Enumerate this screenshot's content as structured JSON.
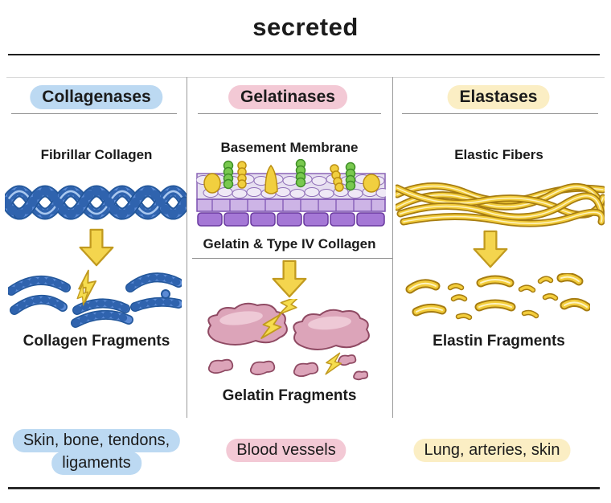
{
  "title": "secreted",
  "palette": {
    "blue_highlight": "#bcd9f2",
    "pink_highlight": "#f3c9d5",
    "yellow_highlight": "#fbeec4",
    "arrow_yellow": "#f4d54e",
    "collagen_blue": "#5b8ad5",
    "membrane_purple": "#a578d6",
    "gelatin_pink": "#dca4b9",
    "elastin_gold": "#f3cd3c",
    "rule_dark": "#1f1f1f",
    "divider_gray": "#9a9a9a"
  },
  "columns": [
    {
      "header": "Collagenases",
      "substrate": "Fibrillar Collagen",
      "product": "Collagen Fragments",
      "tissues_line1": "Skin, bone, tendons,",
      "tissues_line2": "ligaments"
    },
    {
      "header": "Gelatinases",
      "substrate_top": "Basement Membrane",
      "substrate_bottom": "Gelatin & Type IV Collagen",
      "product": "Gelatin Fragments",
      "tissues_line1": "Blood vessels"
    },
    {
      "header": "Elastases",
      "substrate": "Elastic Fibers",
      "product": "Elastin Fragments",
      "tissues_line1": "Lung, arteries, skin"
    }
  ]
}
